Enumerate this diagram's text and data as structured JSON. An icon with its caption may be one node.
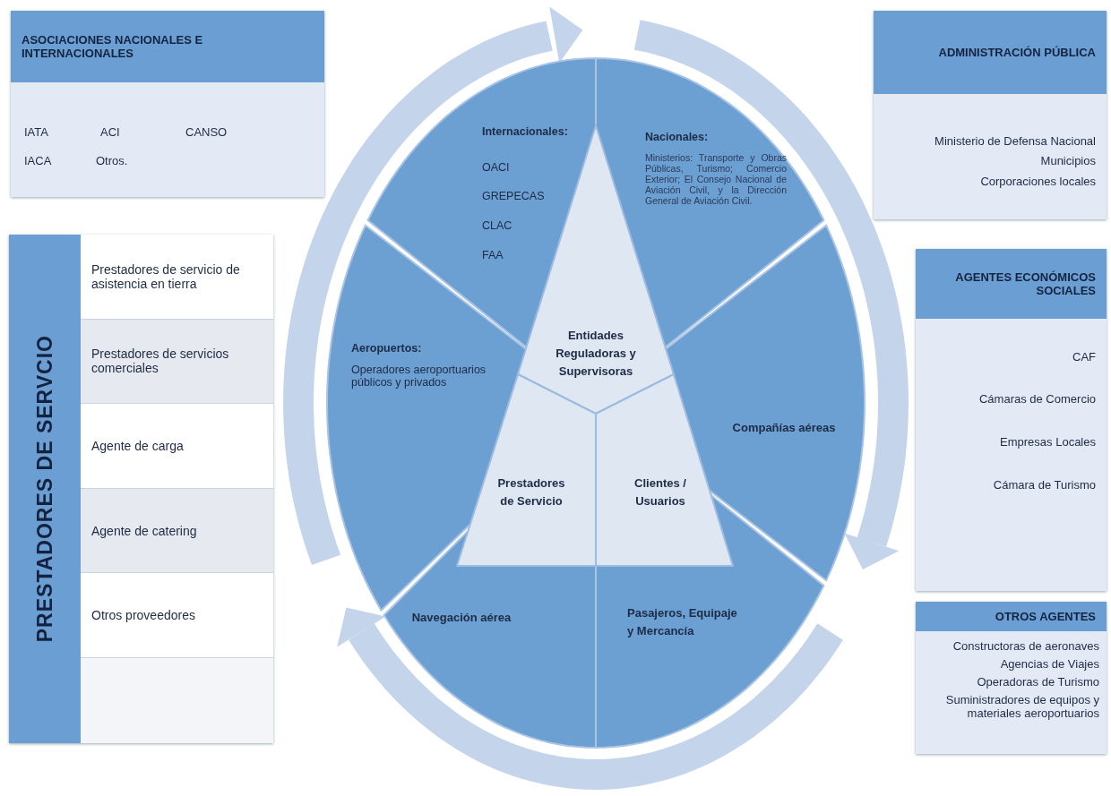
{
  "diagram": {
    "nodes": [
      {
        "text": [
          "ASOCIACIONES NACIONALES E INTERNACIONALES",
          "IATA",
          "ACI",
          "CANSO",
          "IACA",
          "Otros."
        ]
      },
      {
        "text": [
          "ADMINISTRACIÓN PÚBLICA",
          "Ministerio de Defensa Nacional",
          "Municipios",
          "Corporaciones locales"
        ]
      },
      {
        "text": [
          "PRESTADORES DE SERVCIO"
        ]
      },
      {
        "text": [
          "Prestadores de servicio de asistencia en tierra"
        ],
        "in": 2
      },
      {
        "text": [
          "Prestadores de servicios comerciales"
        ],
        "in": 2
      },
      {
        "text": [
          "Agente de carga"
        ],
        "in": 2
      },
      {
        "text": [
          "Agente de catering"
        ],
        "in": 2
      },
      {
        "text": [
          "Otros proveedores"
        ],
        "in": 2
      },
      {
        "text": [
          "Internacionales:",
          "OACI",
          "GREPECAS",
          "CLAC",
          "FAA"
        ]
      },
      {
        "text": [
          "Nacionales:",
          "Ministerios: Transporte y Obras Públicas, Turismo; Comercio Exterior; El Consejo Nacional de Aviación Civil, y la Dirección General de Aviación Civil."
        ]
      },
      {
        "text": [
          "Aeropuertos:",
          "Operadores aeroportuarios públicos y privados"
        ]
      },
      {
        "text": [
          "Entidades Reguladoras y Supervisoras"
        ]
      },
      {
        "text": [
          "Compañías aéreas"
        ]
      },
      {
        "text": [
          "Prestadores de Servicio"
        ]
      },
      {
        "text": [
          "Clientes / Usuarios"
        ]
      },
      {
        "text": [
          "Navegación aérea"
        ]
      },
      {
        "text": [
          "Pasajeros, Equipaje y Mercancía"
        ]
      },
      {
        "text": [
          "AGENTES ECONÓMICOS SOCIALES",
          "CAF",
          "Cámaras de Comercio",
          "Empresas Locales",
          "Cámara de Turismo"
        ]
      },
      {
        "text": [
          "OTROS AGENTES",
          "Constructoras de aeronaves",
          "Agencias de Viajes",
          "Operadoras de Turismo",
          "Suministradores de equipos y materiales aeroportuarios"
        ]
      }
    ]
  }
}
